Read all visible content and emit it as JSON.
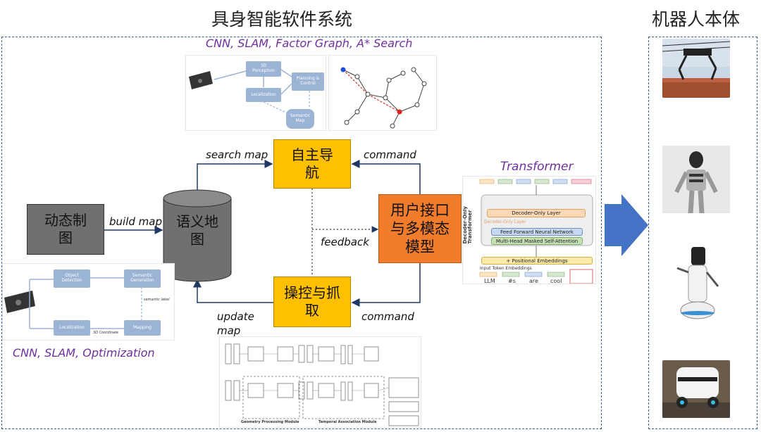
{
  "titles": {
    "system": "具身智能软件系统",
    "robot_body": "机器人本体"
  },
  "tech_labels": {
    "navigation": "CNN, SLAM, Factor Graph, A* Search",
    "mapping": "CNN, SLAM, Optimization",
    "transformer": "Transformer"
  },
  "nodes": {
    "dynamic_mapping": "动态制\n图",
    "semantic_map": "语义地\n图",
    "autonomous_navigation": "自主导\n航",
    "manipulation": "操控与抓\n取",
    "user_interface": "用户接口\n与多模态\n模型"
  },
  "edges": {
    "build_map": "build map",
    "search_map": "search map",
    "update_map": "update\nmap",
    "command_top": "command",
    "command_bottom": "command",
    "feedback": "feedback"
  },
  "nav_thumb": {
    "perception": "3D\nPerception",
    "localization": "Localization",
    "planning": "Planning &\nControl",
    "semantic_map": "Semantic\nMap"
  },
  "map_thumb": {
    "object_detection": "Object\nDetection",
    "semantic_generation": "Semantic\nGeneration",
    "localization": "Localization",
    "mapping": "Mapping",
    "semantic_label": "semantic label",
    "coordinate": "3D Coordinate"
  },
  "grasp_thumb": {
    "geometry_module": "Geometry Processing Module",
    "temporal_module": "Temporal Association Module"
  },
  "tf_thumb": {
    "side_label": "Decoder-Only\nTransformer",
    "decoder_layer": "Decoder-Only Layer",
    "decoder_layer_dashed": "Decoder-Only Layer",
    "ffn": "Feed Forward Neural Network",
    "attention": "Multi-Head Masked Self-Attention",
    "positional": "+ Positional Embeddings",
    "input_tokens": "Input Token Embeddings",
    "tokens": [
      "LLM",
      "#s",
      "are",
      "cool"
    ]
  },
  "colors": {
    "yellow": "#ffc000",
    "orange": "#f07c2c",
    "gray": "#707070",
    "purple": "#7030a0",
    "dash_border": "#3d5f8f",
    "arrow_blue": "#4472c4"
  },
  "robots": [
    "quadruped-robot",
    "humanoid-robot",
    "service-robot",
    "delivery-robot"
  ]
}
